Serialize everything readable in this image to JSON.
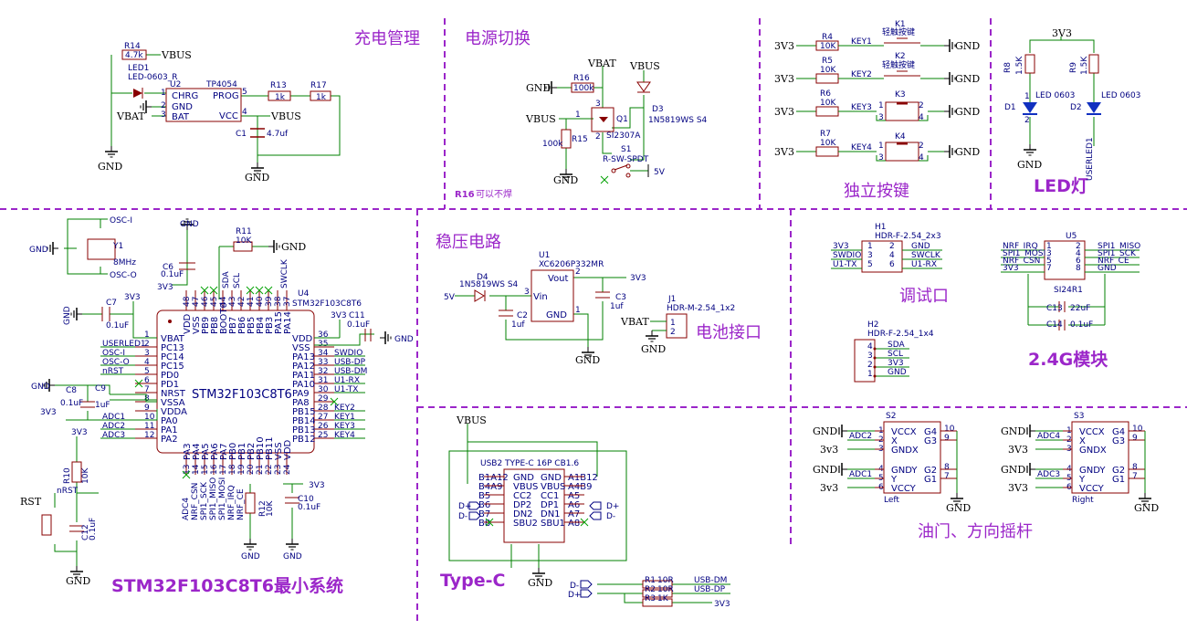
{
  "sections": {
    "charge": "充电管理",
    "power_switch": "电源切换",
    "buttons": "独立按键",
    "led": "LED灯",
    "mcu": "STM32F103C8T6最小系统",
    "regulator": "稳压电路",
    "battery": "电池接口",
    "usb_c": "Type-C",
    "debug": "调试口",
    "rf_module": "2.4G模块",
    "joystick": "油门、方向摇杆"
  },
  "charge": {
    "r14": "R14",
    "r14_val": "4.7k",
    "vbus1": "VBUS",
    "led1": "LED1",
    "led1_pkg": "LED-0603_R",
    "u2": "U2",
    "u2_part": "TP4054",
    "pin_chrg": "CHRG",
    "pin_gnd": "GND",
    "pin_bat": "BAT",
    "pin_prog": "PROG",
    "pin_vcc": "VCC",
    "n1": "1",
    "n2": "2",
    "n3": "3",
    "n5": "5",
    "n4": "4",
    "vbat": "VBAT",
    "gnd": "GND",
    "r13": "R13",
    "r13_val": "1k",
    "r17": "R17",
    "r17_val": "1k",
    "vbus2": "VBUS",
    "c1": "C1",
    "c1_val": "4.7uf",
    "gnd2": "GND"
  },
  "power": {
    "vbat": "VBAT",
    "vbus_top": "VBUS",
    "gnd": "GND",
    "r16": "R16",
    "r16_val": "100k",
    "vbus_in": "VBUS",
    "q1": "Q1",
    "q1_part": "SI2307A",
    "r15_val": "100k",
    "r15": "R15",
    "d3": "D3",
    "d3_part": "1N5819WS S4",
    "s1": "S1",
    "s1_part": "R-SW-SPDT",
    "v5": "5V",
    "gnd2": "GND",
    "note_ref": "R16",
    "note": "可以不焊",
    "p1": "1",
    "p2": "2",
    "p3": "3"
  },
  "buttons": {
    "rows": [
      {
        "net": "3V3",
        "r": "R4",
        "val": "10K",
        "key": "KEY1",
        "k": "K1",
        "kdesc": "轻触按键",
        "gnd": "GND"
      },
      {
        "net": "3V3",
        "r": "R5",
        "val": "10K",
        "key": "KEY2",
        "k": "K2",
        "kdesc": "轻触按键",
        "gnd": "GND"
      },
      {
        "net": "3V3",
        "r": "R6",
        "val": "10K",
        "key": "KEY3",
        "k": "K3",
        "kdesc": "",
        "gnd": "GND"
      },
      {
        "net": "3V3",
        "r": "R7",
        "val": "10K",
        "key": "KEY4",
        "k": "K4",
        "kdesc": "",
        "gnd": "GND"
      }
    ],
    "pin1": "1",
    "pin2": "2",
    "pin3": "3",
    "pin4": "4"
  },
  "leds": {
    "v33": "3V3",
    "r8": "R8",
    "r8_val": "1.5K",
    "r9": "R9",
    "r9_val": "1.5K",
    "d1": "D1",
    "d1_pkg": "LED 0603",
    "d2": "D2",
    "d2_pkg": "LED 0603",
    "gnd": "GND",
    "userled": "USERLED1",
    "n1": "1",
    "n2": "2"
  },
  "mcu": {
    "u4": "U4",
    "part": "STM32F103C8T6",
    "chip_label": "STM32F103C8T6",
    "osc_i": "OSC-I",
    "osc_o": "OSC-O",
    "y1": "Y1",
    "y1_val": "8MHz",
    "gnd": "GND",
    "c6": "C6",
    "c6_val": "0.1uF",
    "v33": "3V3",
    "r11": "R11",
    "r11_val": "10K",
    "c7": "C7",
    "c7_val": "0.1uF",
    "c8": "C8",
    "c8_val": "0.1uF",
    "c9": "C9",
    "c9_val": "1uF",
    "c10": "C10",
    "c10_val": "0.1uF",
    "c11": "C11",
    "c11_val": "0.1uF",
    "c12": "C12",
    "c12_val": "0.1uF",
    "r10": "R10",
    "r10_val": "10K",
    "r12": "R12",
    "r12_val": "10K",
    "rst": "RST",
    "nrst": "nRST",
    "left_pins": [
      {
        "num": "1",
        "name": "VBAT",
        "net": ""
      },
      {
        "num": "2",
        "name": "PC13",
        "net": "USERLED1"
      },
      {
        "num": "3",
        "name": "PC14",
        "net": "OSC-I"
      },
      {
        "num": "4",
        "name": "PC15",
        "net": "OSC-O"
      },
      {
        "num": "5",
        "name": "PD0",
        "net": "nRST"
      },
      {
        "num": "6",
        "name": "PD1",
        "net": ""
      },
      {
        "num": "7",
        "name": "NRST",
        "net": ""
      },
      {
        "num": "8",
        "name": "VSSA",
        "net": ""
      },
      {
        "num": "9",
        "name": "VDDA",
        "net": ""
      },
      {
        "num": "10",
        "name": "PA0",
        "net": "ADC1"
      },
      {
        "num": "11",
        "name": "PA1",
        "net": "ADC2"
      },
      {
        "num": "12",
        "name": "PA2",
        "net": "ADC3"
      }
    ],
    "right_pins": [
      {
        "num": "36",
        "name": "VDD",
        "net": ""
      },
      {
        "num": "35",
        "name": "VSS",
        "net": ""
      },
      {
        "num": "34",
        "name": "PA13",
        "net": "SWDIO"
      },
      {
        "num": "33",
        "name": "PA12",
        "net": "USB-DP"
      },
      {
        "num": "32",
        "name": "PA11",
        "net": "USB-DM"
      },
      {
        "num": "31",
        "name": "PA10",
        "net": "U1-RX"
      },
      {
        "num": "30",
        "name": "PA9",
        "net": "U1-TX"
      },
      {
        "num": "29",
        "name": "PA8",
        "net": ""
      },
      {
        "num": "28",
        "name": "PB15",
        "net": "KEY2"
      },
      {
        "num": "27",
        "name": "PB14",
        "net": "KEY1"
      },
      {
        "num": "26",
        "name": "PB13",
        "net": "KEY3"
      },
      {
        "num": "25",
        "name": "PB12",
        "net": "KEY4"
      }
    ],
    "top_pins": [
      {
        "num": "48",
        "name": "VDD"
      },
      {
        "num": "47",
        "name": "VSS"
      },
      {
        "num": "46",
        "name": "PB9"
      },
      {
        "num": "45",
        "name": "PB8"
      },
      {
        "num": "44",
        "name": "BOOT0"
      },
      {
        "num": "43",
        "name": "PB7"
      },
      {
        "num": "42",
        "name": "PB6"
      },
      {
        "num": "41",
        "name": "PB5"
      },
      {
        "num": "40",
        "name": "PB4"
      },
      {
        "num": "39",
        "name": "PB3"
      },
      {
        "num": "38",
        "name": "PA15"
      },
      {
        "num": "37",
        "name": "PA14"
      }
    ],
    "top_nets": [
      "SDA",
      "SCL",
      "SWCLK"
    ],
    "bottom_pins": [
      {
        "num": "13",
        "name": "PA3"
      },
      {
        "num": "14",
        "name": "PA4"
      },
      {
        "num": "15",
        "name": "PA5"
      },
      {
        "num": "16",
        "name": "PA6"
      },
      {
        "num": "17",
        "name": "PA7"
      },
      {
        "num": "18",
        "name": "PB0"
      },
      {
        "num": "19",
        "name": "PB1"
      },
      {
        "num": "20",
        "name": "PB2"
      },
      {
        "num": "21",
        "name": "PB10"
      },
      {
        "num": "22",
        "name": "PB11"
      },
      {
        "num": "23",
        "name": "VSS"
      },
      {
        "num": "24",
        "name": "VDD"
      }
    ],
    "bottom_nets": [
      "ADC4",
      "NRF_CSN",
      "SPI1_SCK",
      "SPI1_MISO",
      "SPI1_MOSI",
      "NRF_IRQ",
      "NRF_CE"
    ]
  },
  "regulator": {
    "u1": "U1",
    "u1_part": "XC6206P332MR",
    "vout": "Vout",
    "vin": "Vin",
    "gnd_pin": "GND",
    "d4": "D4",
    "d4_part": "1N5819WS S4",
    "v5": "5V",
    "v33": "3V3",
    "c2": "C2",
    "c2_val": "1uf",
    "c3": "C3",
    "c3_val": "1uf",
    "gnd": "GND",
    "p1": "1",
    "p2": "2",
    "p3": "3"
  },
  "battery": {
    "j1": "J1",
    "j1_part": "HDR-M-2.54_1x2",
    "vbat": "VBAT",
    "gnd": "GND",
    "p1": "1",
    "p2": "2"
  },
  "debug": {
    "h1": "H1",
    "h1_part": "HDR-F-2.54_2x3",
    "h1_left": [
      "3V3",
      "SWDIO",
      "U1-TX"
    ],
    "h1_right": [
      "GND",
      "SWCLK",
      "U1-RX"
    ],
    "h1_ln": [
      "1",
      "3",
      "5"
    ],
    "h1_rn": [
      "2",
      "4",
      "6"
    ],
    "h2": "H2",
    "h2_part": "HDR-F-2.54_1x4",
    "h2_nets": [
      "SDA",
      "SCL",
      "3V3",
      "GND"
    ],
    "h2_nums": [
      "4",
      "3",
      "2",
      "1"
    ]
  },
  "rf": {
    "u5": "U5",
    "u5_part": "SI24R1",
    "left": [
      "NRF_IRQ",
      "SPI1_MOSI",
      "NRF_CSN",
      "3V3"
    ],
    "ln": [
      "1",
      "3",
      "5",
      "7"
    ],
    "right": [
      "SPI1_MISO",
      "SPI1_SCK",
      "NRF_CE",
      "GND"
    ],
    "rn": [
      "2",
      "4",
      "6",
      "8"
    ],
    "c13": "C13",
    "c13_val": "22uF",
    "c14": "C14",
    "c14_val": "0.1uF"
  },
  "usb": {
    "vbus": "VBUS",
    "part": "USB2 TYPE-C 16P CB1.6",
    "left": [
      "GND",
      "VBUS",
      "CC2",
      "DP2",
      "DN2",
      "SBU2"
    ],
    "ln": [
      "B1A12",
      "B4A9",
      "B5",
      "B6",
      "B7",
      "B8"
    ],
    "right": [
      "GND",
      "VBUS",
      "CC1",
      "DP1",
      "DN1",
      "SBU1"
    ],
    "rn": [
      "A1B12",
      "A4B9",
      "A5",
      "A6",
      "A7",
      "A8"
    ],
    "dp": "D+",
    "dm": "D-",
    "gnd": "GND",
    "r1": "R1",
    "r1_val": "10R",
    "r2": "R2",
    "r2_val": "10R",
    "r3": "R3",
    "r3_val": "1K",
    "usb_dm": "USB-DM",
    "usb_dp": "USB-DP",
    "v33": "3V3"
  },
  "sticks": {
    "s2": "S2",
    "s3": "S3",
    "left_lbl": "Left",
    "right_lbl": "Right",
    "pins_l": [
      "VCCX",
      "X",
      "GNDX",
      "GNDY",
      "Y",
      "VCCY"
    ],
    "pins_r": [
      "G4",
      "G3",
      "G2",
      "G1"
    ],
    "nums_l": [
      "1",
      "2",
      "3",
      "4",
      "5",
      "6"
    ],
    "nums_r": [
      "10",
      "9",
      "8",
      "7"
    ],
    "gnd": "GND",
    "v33": "3v3",
    "v33b": "3V3",
    "s2_adc": [
      "ADC2",
      "ADC1"
    ],
    "s3_adc": [
      "ADC4",
      "ADC3"
    ]
  },
  "colors": {
    "wire": "#008000",
    "body": "#880000",
    "text": "#000080",
    "title": "#9b26c9",
    "divider": "#9b26c9"
  }
}
